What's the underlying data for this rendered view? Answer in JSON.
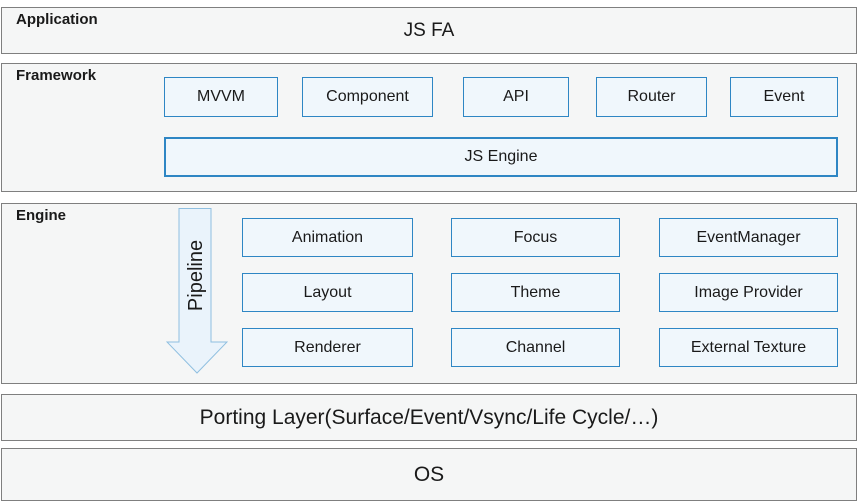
{
  "app_section": {
    "label": "Application",
    "content": "JS FA"
  },
  "framework_section": {
    "label": "Framework",
    "boxes": [
      "MVVM",
      "Component",
      "API",
      "Router",
      "Event"
    ],
    "engine_box": "JS Engine"
  },
  "engine_section": {
    "label": "Engine",
    "pipeline_label": "Pipeline",
    "boxes": [
      "Animation",
      "Focus",
      "EventManager",
      "Layout",
      "Theme",
      "Image Provider",
      "Renderer",
      "Channel",
      "External Texture"
    ]
  },
  "porting_section": {
    "label": "Porting Layer(Surface/Event/Vsync/Life Cycle/…)"
  },
  "os_section": {
    "label": "OS"
  },
  "colors": {
    "page_bg": "#ffffff",
    "section_fill": "#f5f6f6",
    "section_border": "#7f7f7f",
    "box_fill": "#f0f7fc",
    "box_border": "#2e86c4",
    "arrow_fill": "#eaf3fb",
    "arrow_stroke": "#8fbfe0",
    "text_color": "#1a1a1a"
  }
}
